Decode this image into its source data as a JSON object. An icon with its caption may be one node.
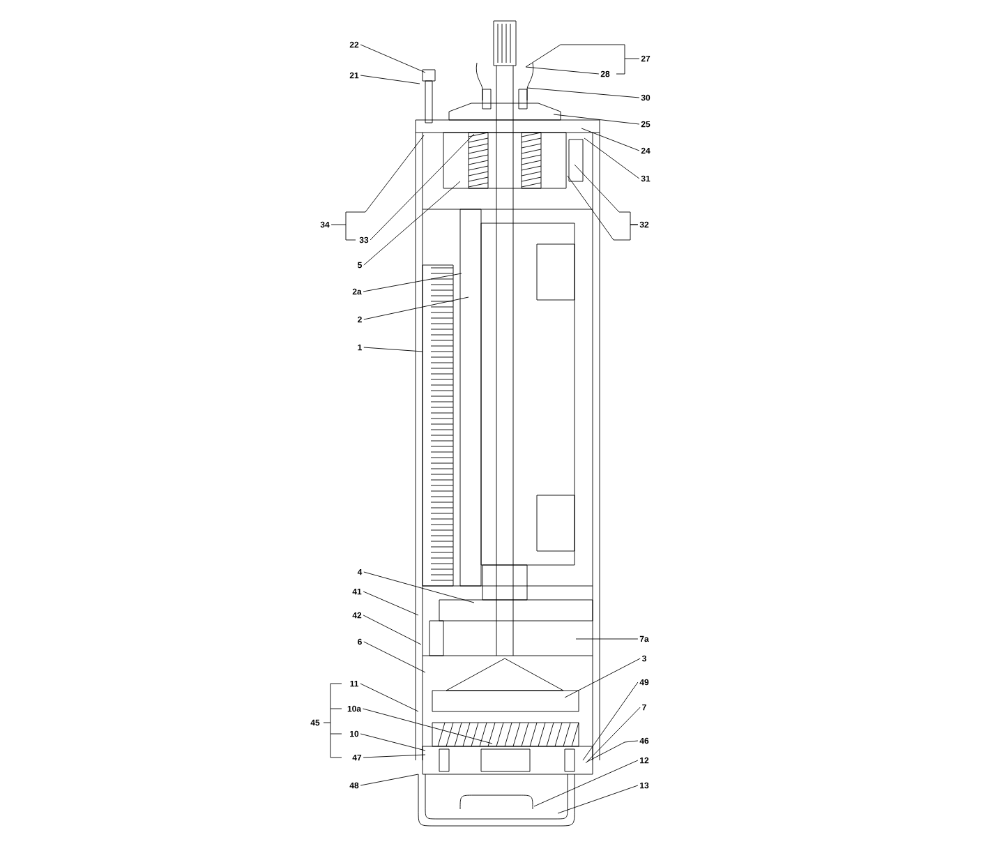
{
  "diagram": {
    "nodes": [
      {
        "text": [
          "22"
        ]
      },
      {
        "text": [
          "21"
        ]
      },
      {
        "text": [
          "27"
        ]
      },
      {
        "text": [
          "28"
        ]
      },
      {
        "text": [
          "30"
        ]
      },
      {
        "text": [
          "25"
        ]
      },
      {
        "text": [
          "24"
        ]
      },
      {
        "text": [
          "31"
        ]
      },
      {
        "text": [
          "34"
        ]
      },
      {
        "text": [
          "33"
        ]
      },
      {
        "text": [
          "32"
        ]
      },
      {
        "text": [
          "5"
        ]
      },
      {
        "text": [
          "2a"
        ]
      },
      {
        "text": [
          "2"
        ]
      },
      {
        "text": [
          "1"
        ]
      },
      {
        "text": [
          "4"
        ]
      },
      {
        "text": [
          "41"
        ]
      },
      {
        "text": [
          "42"
        ]
      },
      {
        "text": [
          "6"
        ]
      },
      {
        "text": [
          "7a"
        ]
      },
      {
        "text": [
          "3"
        ]
      },
      {
        "text": [
          "11"
        ]
      },
      {
        "text": [
          "49"
        ]
      },
      {
        "text": [
          "10a"
        ]
      },
      {
        "text": [
          "7"
        ]
      },
      {
        "text": [
          "10"
        ]
      },
      {
        "text": [
          "46"
        ]
      },
      {
        "text": [
          "47"
        ]
      },
      {
        "text": [
          "12"
        ]
      },
      {
        "text": [
          "48"
        ]
      },
      {
        "text": [
          "13"
        ]
      }
    ],
    "edges": [
      {
        "from": 0,
        "to": null,
        "arrow": "none"
      },
      {
        "from": 1,
        "to": null,
        "arrow": "none"
      },
      {
        "from": 2,
        "to": null,
        "arrow": "none"
      },
      {
        "from": 3,
        "to": null,
        "arrow": "none"
      },
      {
        "from": 4,
        "to": null,
        "arrow": "none"
      },
      {
        "from": 5,
        "to": null,
        "arrow": "none"
      },
      {
        "from": 6,
        "to": null,
        "arrow": "none"
      },
      {
        "from": 7,
        "to": null,
        "arrow": "none"
      },
      {
        "from": 8,
        "to": null,
        "arrow": "none"
      },
      {
        "from": 9,
        "to": null,
        "arrow": "none"
      },
      {
        "from": 10,
        "to": null,
        "arrow": "none"
      },
      {
        "from": 10,
        "to": null,
        "arrow": "none"
      },
      {
        "from": 11,
        "to": null,
        "arrow": "none"
      },
      {
        "from": 12,
        "to": null,
        "arrow": "none"
      },
      {
        "from": 13,
        "to": null,
        "arrow": "none"
      },
      {
        "from": 14,
        "to": null,
        "arrow": "none"
      },
      {
        "from": 15,
        "to": null,
        "arrow": "none"
      },
      {
        "from": 16,
        "to": null,
        "arrow": "none"
      },
      {
        "from": 17,
        "to": null,
        "arrow": "none"
      },
      {
        "from": 18,
        "to": null,
        "arrow": "none"
      },
      {
        "from": 19,
        "to": null,
        "arrow": "none"
      },
      {
        "from": 20,
        "to": null,
        "arrow": "none"
      },
      {
        "from": 21,
        "to": null,
        "arrow": "none"
      },
      {
        "from": 22,
        "to": null,
        "arrow": "none"
      },
      {
        "from": 23,
        "to": null,
        "arrow": "none"
      },
      {
        "from": 24,
        "to": null,
        "arrow": "none"
      },
      {
        "from": 25,
        "to": null,
        "arrow": "none"
      },
      {
        "from": 26,
        "to": null,
        "arrow": "none"
      },
      {
        "from": 27,
        "to": null,
        "arrow": "none"
      },
      {
        "from": 28,
        "to": null,
        "arrow": "none"
      },
      {
        "from": 29,
        "to": null,
        "arrow": "none"
      },
      {
        "from": 30,
        "to": null,
        "arrow": "none"
      }
    ],
    "labels": [
      "45"
    ]
  }
}
